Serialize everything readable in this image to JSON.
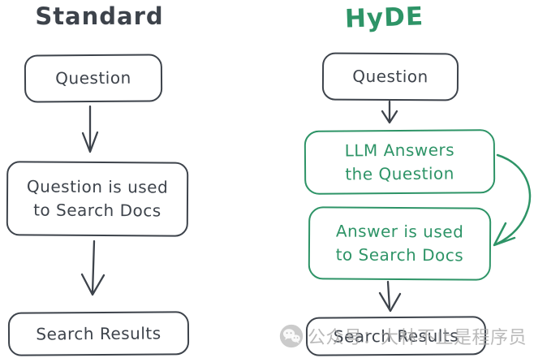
{
  "colors": {
    "ink": "#3d434b",
    "green": "#2e9467",
    "watermark": "#a6a6a6",
    "background": "#ffffff"
  },
  "standard": {
    "title": "Standard",
    "box1": "Question",
    "box2_line1": "Question is used",
    "box2_line2": "to Search Docs",
    "box3": "Search Results"
  },
  "hyde": {
    "title": "HyDE",
    "box1": "Question",
    "box2_line1": "LLM Answers",
    "box2_line2": "the Question",
    "box3_line1": "Answer is used",
    "box3_line2": "to Search Docs",
    "box4": "Search Results"
  },
  "watermark": {
    "icon": "wechat-icon",
    "text": "公众号：大林不止是程序员"
  }
}
